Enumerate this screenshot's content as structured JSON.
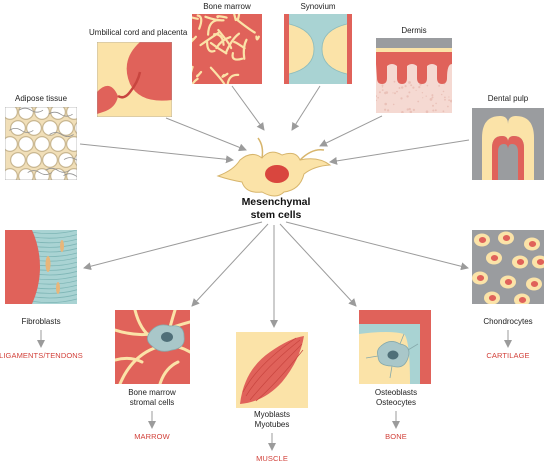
{
  "center": {
    "line1": "Mesenchymal",
    "line2": "stem cells"
  },
  "sources": [
    {
      "id": "umbilical",
      "label": "Umbilical cord and placenta",
      "icon": "umbilical-cord-placenta-icon"
    },
    {
      "id": "bone_marrow",
      "label": "Bone marrow",
      "icon": "bone-marrow-icon"
    },
    {
      "id": "synovium",
      "label": "Synovium",
      "icon": "synovium-icon"
    },
    {
      "id": "dermis",
      "label": "Dermis",
      "icon": "dermis-icon"
    },
    {
      "id": "adipose",
      "label": "Adipose tissue",
      "icon": "adipose-tissue-icon"
    },
    {
      "id": "dental",
      "label": "Dental pulp",
      "icon": "dental-pulp-icon"
    }
  ],
  "outputs": [
    {
      "id": "fibroblasts",
      "cell": [
        "Fibroblasts"
      ],
      "tissue": "LIGAMENTS/TENDONS",
      "icon": "fibroblasts-icon"
    },
    {
      "id": "stromal",
      "cell": [
        "Bone marrow",
        "stromal cells"
      ],
      "tissue": "MARROW",
      "icon": "stromal-cells-icon"
    },
    {
      "id": "myoblasts",
      "cell": [
        "Myoblasts",
        "Myotubes"
      ],
      "tissue": "MUSCLE",
      "icon": "myoblasts-icon"
    },
    {
      "id": "osteoblasts",
      "cell": [
        "Osteoblasts",
        "Osteocytes"
      ],
      "tissue": "BONE",
      "icon": "osteoblasts-icon"
    },
    {
      "id": "chondrocytes",
      "cell": [
        "Chondrocytes"
      ],
      "tissue": "CARTILAGE",
      "icon": "chondrocytes-icon"
    }
  ],
  "colors": {
    "cream": "#fbe3a8",
    "red": "#e0625a",
    "dark_red": "#c8453f",
    "gray": "#9a9c9f",
    "arrow": "#9b9b9b",
    "tissue_text": "#d2413a",
    "teal": "#a9d3d3"
  }
}
